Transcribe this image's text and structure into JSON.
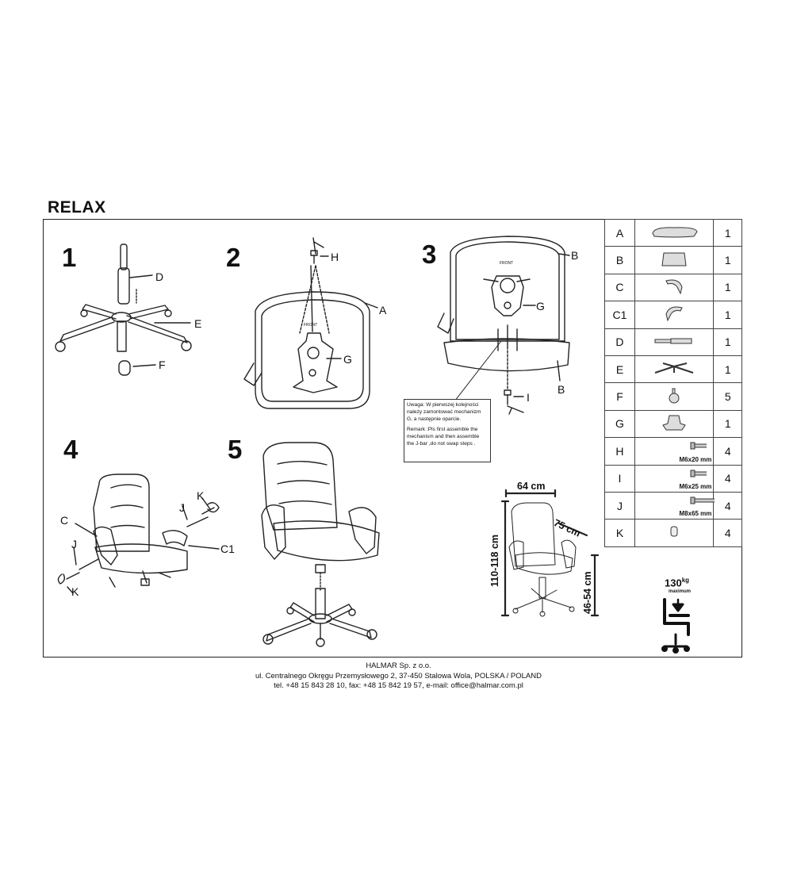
{
  "title": "RELAX",
  "steps": [
    "1",
    "2",
    "3",
    "4",
    "5"
  ],
  "labels": {
    "s1": [
      "D",
      "E",
      "F"
    ],
    "s2": [
      "H",
      "A",
      "G"
    ],
    "s3": [
      "B",
      "G",
      "B",
      "I"
    ],
    "s4": [
      "J",
      "K",
      "C",
      "C1",
      "J",
      "K"
    ]
  },
  "plate_text": "FRONT",
  "note": {
    "pl": "Uwaga: W pierwszej kolejności należy zamontować mechanizm G, a następnie oparcie.",
    "en": "Remark :Pls first assemble the mechanism and then assemble the J-bar ,do not swap steps ."
  },
  "dimensions": {
    "width": "64 cm",
    "depth": "75 cm",
    "height": "110-118 cm",
    "seat_height": "46-54 cm"
  },
  "parts": [
    {
      "code": "A",
      "icon": "seat-icon",
      "qty": "1"
    },
    {
      "code": "B",
      "icon": "backrest-icon",
      "qty": "1"
    },
    {
      "code": "C",
      "icon": "armrest-right-icon",
      "qty": "1"
    },
    {
      "code": "C1",
      "icon": "armrest-left-icon",
      "qty": "1"
    },
    {
      "code": "D",
      "icon": "gas-lift-icon",
      "qty": "1"
    },
    {
      "code": "E",
      "icon": "base-icon",
      "qty": "1"
    },
    {
      "code": "F",
      "icon": "caster-icon",
      "qty": "5"
    },
    {
      "code": "G",
      "icon": "mechanism-icon",
      "qty": "1"
    },
    {
      "code": "H",
      "icon": "screw-icon",
      "spec": "M6x20 mm",
      "qty": "4"
    },
    {
      "code": "I",
      "icon": "screw-icon",
      "spec": "M6x25 mm",
      "qty": "4"
    },
    {
      "code": "J",
      "icon": "screw-icon",
      "spec": "M8x65 mm",
      "qty": "4"
    },
    {
      "code": "K",
      "icon": "washer-icon",
      "qty": "4"
    }
  ],
  "max_load": {
    "value": "130",
    "unit": "kg",
    "caption": "maximum"
  },
  "footer": [
    "HALMAR Sp. z o.o.",
    "ul. Centralnego Okręgu Przemysłowego 2, 37-450 Stalowa Wola, POLSKA / POLAND",
    "tel. +48 15 843 28 10, fax: +48 15 842 19 57, e-mail: office@halmar.com.pl"
  ]
}
